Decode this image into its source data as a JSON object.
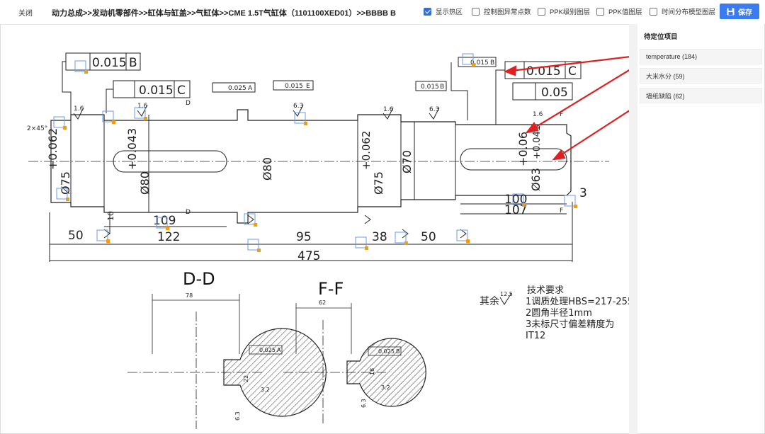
{
  "topbar": {
    "close_label": "关闭",
    "breadcrumb": "动力总成>>发动机零部件>>缸体与缸盖>>气缸体>>CME 1.5T气缸体（1101100XED01）>>BBBB B",
    "options": [
      {
        "label": "显示热区",
        "checked": true
      },
      {
        "label": "控制图异常点数",
        "checked": false
      },
      {
        "label": "PPK级别图层",
        "checked": false
      },
      {
        "label": "PPK值图层",
        "checked": false
      },
      {
        "label": "时间分布模型图层",
        "checked": false
      }
    ],
    "save_label": "保存",
    "accent": "#3a7bf0"
  },
  "panel": {
    "title": "待定位项目",
    "items": [
      {
        "label": "temperature (184)"
      },
      {
        "label": "大米水分 (59)"
      },
      {
        "label": "墙纸缺陷 (62)"
      }
    ]
  },
  "drawing": {
    "dims": {
      "d475": "475",
      "d50a": "50",
      "d122": "122",
      "d109": "109",
      "d95": "95",
      "d38": "38",
      "d50b": "50",
      "d100": "100",
      "d107": "107",
      "d3": "3",
      "dia75a": "Ø75",
      "dia80a": "Ø80",
      "dia80b": "Ø80",
      "dia75b": "Ø75",
      "dia70": "Ø70",
      "dia63": "Ø63",
      "tol1": "+0.062",
      "tol2": "+0.043",
      "tol3": "+0.06",
      "tol4": "+0.041",
      "chamfer": "2×45°",
      "key10": "10"
    },
    "gdt": {
      "t015b": "0.015",
      "b": "B",
      "t015c": "0.015",
      "c": "C",
      "t025a": "0.025",
      "a": "A",
      "t015e": "0.015",
      "e": "E",
      "t015b2": "0.015",
      "b2": "B",
      "t015b3": "0.015",
      "b3": "B",
      "t015c2": "0.015",
      "c2": "C",
      "t005": "0.05"
    },
    "roughness": {
      "r16a": "1.6",
      "r16b": "1.6",
      "r16c": "1.6",
      "r63a": "6.3",
      "r63b": "6.3",
      "r32": "3.2",
      "r16d": "1.6"
    },
    "section_marks": {
      "d": "D",
      "f": "F"
    },
    "views": {
      "dd": "D-D",
      "ff": "F-F",
      "dd_dim": "78",
      "ff_dim": "62",
      "dd_gdt": "0.025",
      "dd_ref": "A",
      "ff_gdt": "0.025",
      "ff_ref": "B",
      "dd_depth": "22",
      "ff_depth": "18",
      "r32a": "3.2",
      "r32b": "3.2",
      "r63c": "6.3",
      "r63d": "6.3"
    },
    "notes": {
      "rest": "其余",
      "rest_r": "12.5",
      "title": "技术要求",
      "n1": "1调质处理HBS=217-255",
      "n2": "2圆角半径1mm",
      "n3": "3未标尺寸偏差精度为",
      "n4": "IT12"
    },
    "arrow_color": "#e02020"
  }
}
